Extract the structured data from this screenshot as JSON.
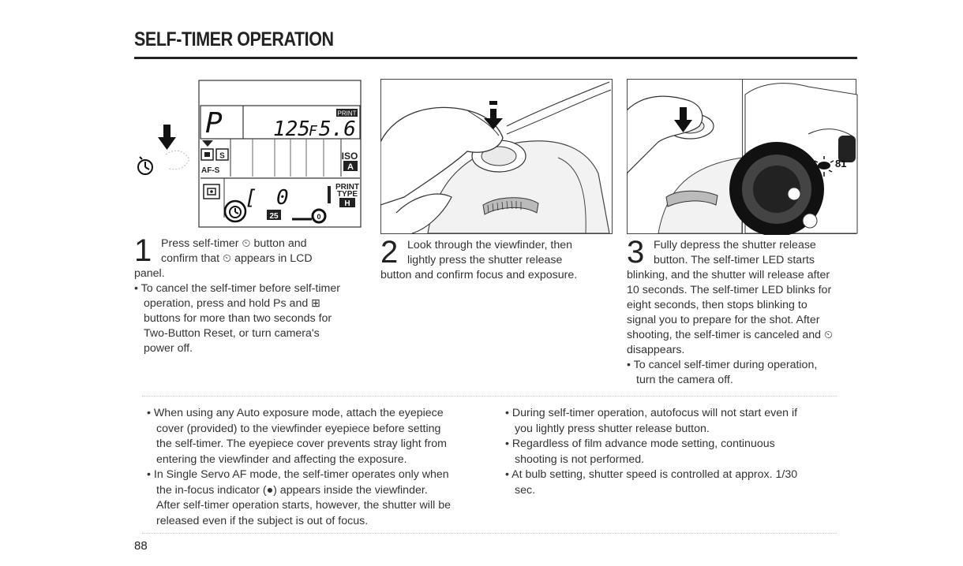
{
  "page": {
    "title": "SELF-TIMER OPERATION",
    "page_number": "88"
  },
  "lcd": {
    "mode": "P",
    "shutter": "125",
    "aperture_prefix": "F",
    "aperture": "5.6",
    "print_label": "PRINT",
    "iso_label": "ISO",
    "iso_badge": "A",
    "af_label": "AF-S",
    "bracket_label": "S",
    "print_type_line1": "PRINT",
    "print_type_line2": "TYPE",
    "print_type_badge": "H",
    "count_badge": "25",
    "count_value": "0"
  },
  "camera_top": {
    "led_label": "81"
  },
  "step1": {
    "number": "1",
    "lines": [
      "Press self-timer ⏲ button and",
      "confirm that ⏲ appears in LCD",
      "panel."
    ],
    "bullets": [
      [
        "• To cancel the self-timer before self-timer",
        "operation, press and hold Ps and ⊞",
        "buttons for more than two seconds for",
        "Two-Button Reset, or turn camera's",
        "power off."
      ]
    ]
  },
  "step2": {
    "number": "2",
    "lines": [
      "Look through the viewfinder, then",
      "lightly press the shutter release",
      "button and confirm focus and exposure."
    ]
  },
  "step3": {
    "number": "3",
    "lines": [
      "Fully depress the shutter release",
      "button. The self-timer LED starts",
      "blinking, and the shutter will release after",
      "10 seconds. The self-timer LED blinks for",
      "eight seconds, then stops blinking to",
      "signal you to prepare for the shot. After",
      "shooting, the self-timer is canceled and ⏲",
      "disappears."
    ],
    "bullets": [
      [
        "• To cancel self-timer during operation,",
        "turn the camera off."
      ]
    ]
  },
  "notes_left": [
    [
      "• When using any Auto exposure mode, attach the eyepiece",
      "cover (provided) to the viewfinder eyepiece before setting",
      "the self-timer. The eyepiece cover prevents stray light from",
      "entering the viewfinder and affecting the exposure."
    ],
    [
      "• In Single Servo AF mode, the self-timer operates only when",
      "the in-focus indicator (●) appears inside the viewfinder.",
      "After self-timer operation starts, however, the shutter will be",
      "released even if the subject is out of focus."
    ]
  ],
  "notes_right": [
    [
      "• During self-timer operation, autofocus will not start even if",
      "you lightly press shutter release button."
    ],
    [
      "• Regardless of film advance mode setting, continuous",
      "shooting is not performed."
    ],
    [
      "• At bulb setting, shutter speed is controlled at approx. 1/30",
      "sec."
    ]
  ]
}
